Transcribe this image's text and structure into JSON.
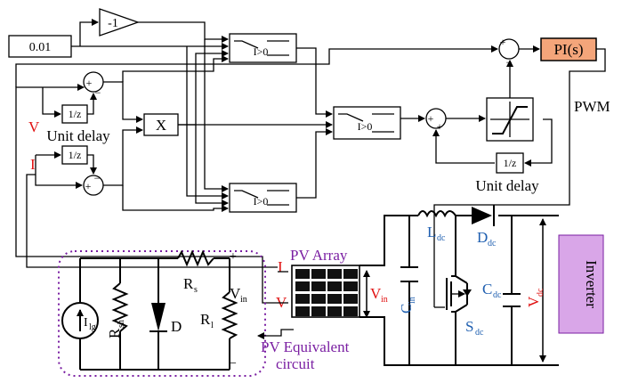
{
  "controller": {
    "constant_value": "0.01",
    "gain_label": "-1",
    "product_label": "X",
    "delay_top": "1/z",
    "delay_bottom": "1/z",
    "delay_caption": "Unit delay",
    "delay_right": "1/z",
    "delay_right_caption": "Unit delay",
    "switch_label_1": "I>0",
    "switch_label_2": "I>0",
    "switch_label_3": "I>0",
    "pi_label": "PI(s)",
    "pwm_label": "PWM",
    "v_input": "V",
    "i_input": "I",
    "plus": "+",
    "minus": "−"
  },
  "pv_array": {
    "title": "PV Array",
    "i_label": "I",
    "v_label": "V"
  },
  "pv_equivalent": {
    "caption_line1": "PV Equivalent",
    "caption_line2": "circuit",
    "rs": "R",
    "rs_sub": "s",
    "rsh": "R",
    "rsh_sub": "sh",
    "rl": "R",
    "rl_sub": "l",
    "diode": "D",
    "ilg": "I",
    "ilg_sub": "lg",
    "vin": "V",
    "vin_sub": "in",
    "plus": "+",
    "minus": "−"
  },
  "boost": {
    "ldc": "L",
    "ldc_sub": "dc",
    "ddc": "D",
    "ddc_sub": "dc",
    "cin": "C",
    "cin_sub": "in",
    "cdc": "C",
    "cdc_sub": "dc",
    "sdc": "S",
    "sdc_sub": "dc",
    "vin": "V",
    "vin_sub": "in",
    "vdc": "V",
    "vdc_sub": "dc"
  },
  "inverter": {
    "label": "Inverter"
  },
  "colors": {
    "pi_fill": "#f4a57a",
    "inverter_fill": "#d9a6e8",
    "accent_purple": "#7a1fa2",
    "accent_red": "#e01010",
    "accent_blue": "#1f5fb0"
  }
}
